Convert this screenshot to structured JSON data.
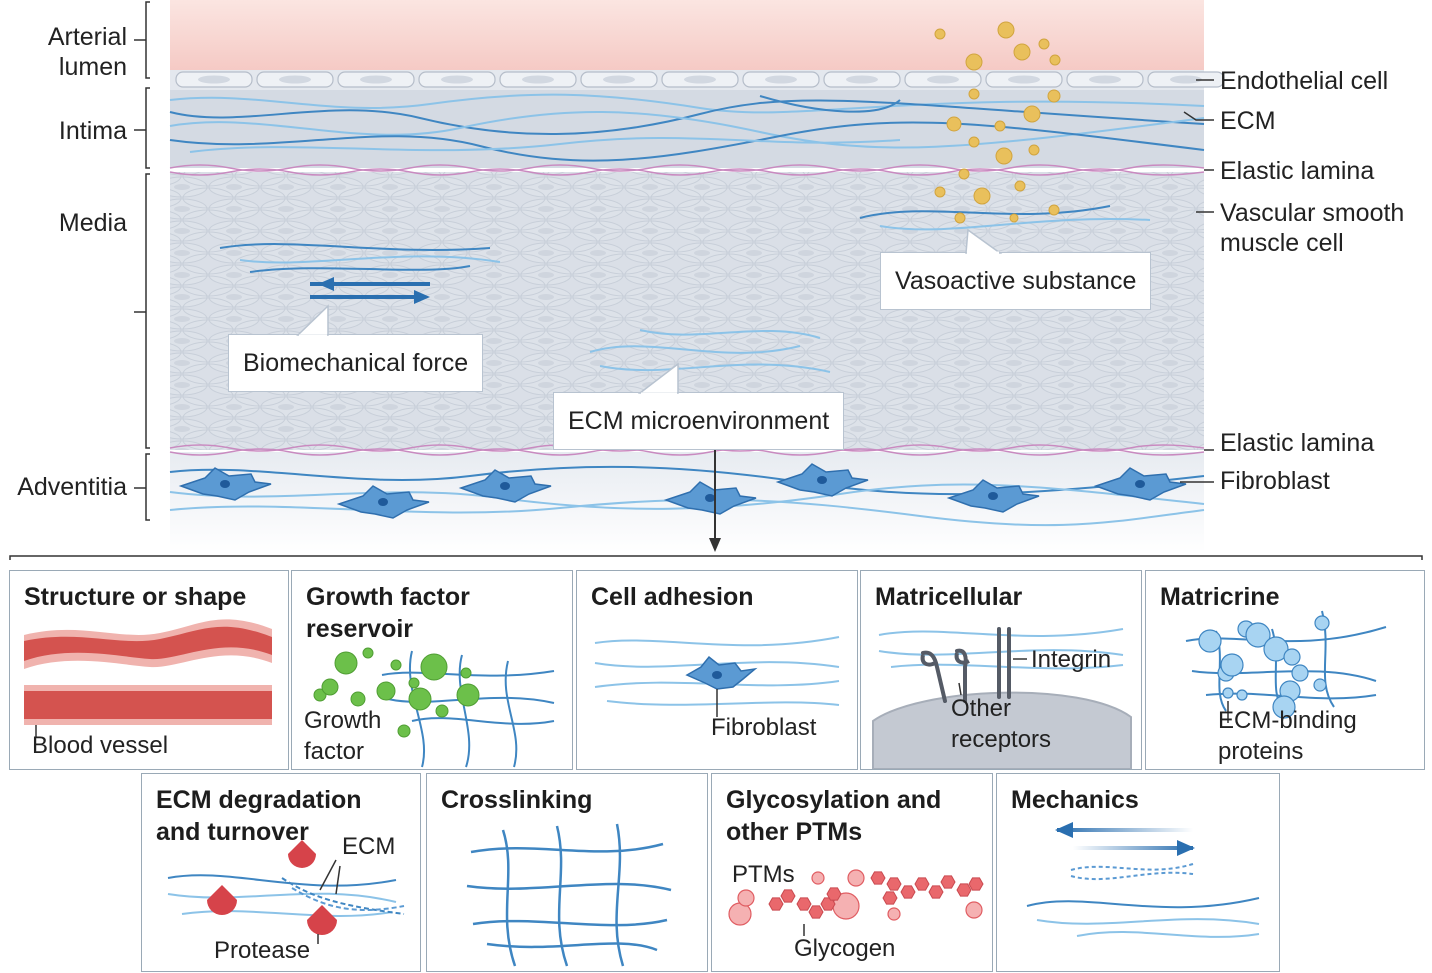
{
  "layers": {
    "arterial_lumen": "Arterial\nlumen",
    "intima": "Intima",
    "media": "Media",
    "adventitia": "Adventitia"
  },
  "right_labels": {
    "endothelial_cell": "Endothelial cell",
    "ecm": "ECM",
    "elastic_lamina_top": "Elastic lamina",
    "vsmc": "Vascular smooth\nmuscle cell",
    "elastic_lamina_bottom": "Elastic lamina",
    "fibroblast": "Fibroblast"
  },
  "callouts": {
    "vasoactive": "Vasoactive substance",
    "biomechanical": "Biomechanical force",
    "ecm_micro": "ECM microenvironment"
  },
  "panels": [
    {
      "id": "structure",
      "title": "Structure or shape",
      "labels": [
        "Blood vessel"
      ]
    },
    {
      "id": "growth",
      "title": "Growth factor\nreservoir",
      "labels": [
        "Growth\nfactor"
      ]
    },
    {
      "id": "adhesion",
      "title": "Cell adhesion",
      "labels": [
        "Fibroblast"
      ]
    },
    {
      "id": "matricellular",
      "title": "Matricellular",
      "labels": [
        "Integrin",
        "Other\nreceptors"
      ]
    },
    {
      "id": "matricrine",
      "title": "Matricrine",
      "labels": [
        "ECM-binding\nproteins"
      ]
    },
    {
      "id": "degradation",
      "title": "ECM degradation\nand turnover",
      "labels": [
        "ECM",
        "Protease"
      ]
    },
    {
      "id": "crosslinking",
      "title": "Crosslinking",
      "labels": []
    },
    {
      "id": "glyco",
      "title": "Glycosylation and\nother PTMs",
      "labels": [
        "PTMs",
        "Glycogen"
      ]
    },
    {
      "id": "mechanics",
      "title": "Mechanics",
      "labels": []
    }
  ],
  "colors": {
    "lumen": "#f7d3cf",
    "endothelium": "#dfe4ea",
    "media": "#d9dee6",
    "ecm_fiber": "#3f86c2",
    "ecm_fiber_light": "#8cc3e8",
    "elastic_lamina": "#c98ac0",
    "fibroblast": "#5b9ad3",
    "vasoactive": "#e9c05c",
    "growth_factor": "#6cc04a",
    "protease": "#d6434a",
    "ptm": "#e9686c",
    "vessel_red": "#d4534f",
    "panel_border": "#9aa9b6"
  }
}
